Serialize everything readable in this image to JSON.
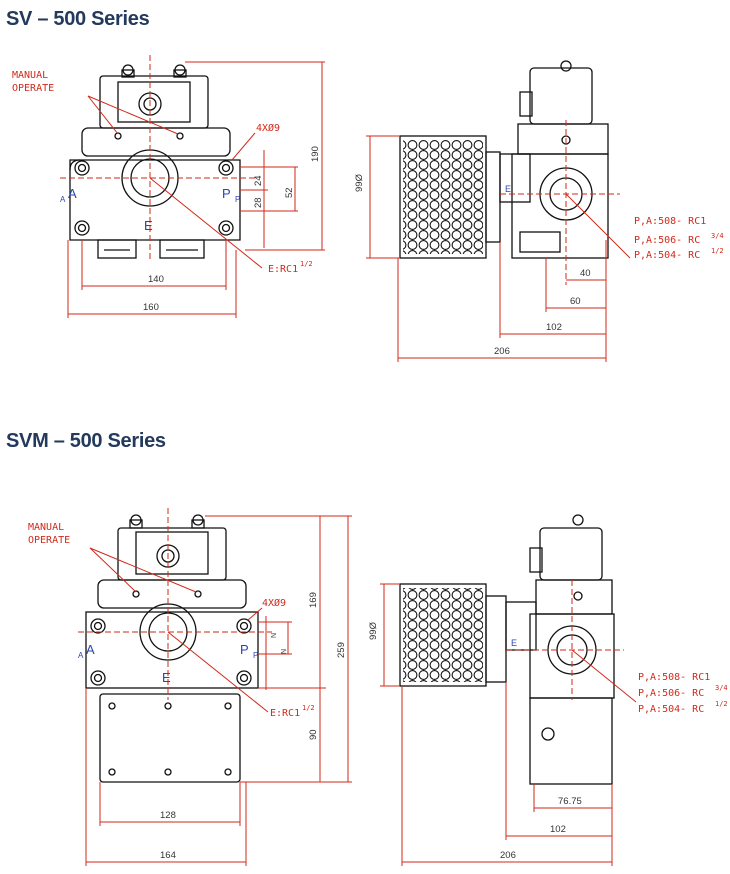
{
  "sections": [
    {
      "title": "SV – 500 Series",
      "front": {
        "manual_label": [
          "MANUAL",
          "OPERATE"
        ],
        "holes_label": "4XØ9",
        "exhaust_label": "E:RC1",
        "exhaust_frac": "1/2",
        "ports": {
          "a": "A",
          "a_small": "A",
          "p": "P",
          "p_small": "P",
          "e": "E"
        },
        "dims": {
          "width_outer": "160",
          "width_holes": "140",
          "height": "190",
          "v1": "24",
          "v2": "28",
          "v3": "52"
        }
      },
      "side": {
        "silencer_dia": "99Ø",
        "port_e": "E",
        "thread_labels": [
          "P,A:508- RC1",
          "P,A:506- RC",
          "P,A:504- RC"
        ],
        "thread_fracs": [
          "",
          "3/4",
          "1/2"
        ],
        "dims": {
          "d40": "40",
          "d60": "60",
          "d102": "102",
          "d206": "206"
        }
      }
    },
    {
      "title": "SVM – 500 Series",
      "front": {
        "manual_label": [
          "MANUAL",
          "OPERATE"
        ],
        "holes_label": "4XØ9",
        "exhaust_label": "E:RC1",
        "exhaust_frac": "1/2",
        "ports": {
          "a": "A",
          "a_small": "A",
          "p": "P",
          "p_small": "P",
          "e": "E"
        },
        "dims": {
          "width_outer": "164",
          "width_plate": "128",
          "height_top": "169",
          "height_total": "259",
          "height_bottom": "90",
          "v1": "N",
          "v2": "N"
        }
      },
      "side": {
        "silencer_dia": "99Ø",
        "port_e": "E",
        "thread_labels": [
          "P,A:508- RC1",
          "P,A:506- RC",
          "P,A:504- RC"
        ],
        "thread_fracs": [
          "",
          "3/4",
          "1/2"
        ],
        "dims": {
          "d7675": "76.75",
          "d102": "102",
          "d206": "206"
        }
      }
    }
  ]
}
